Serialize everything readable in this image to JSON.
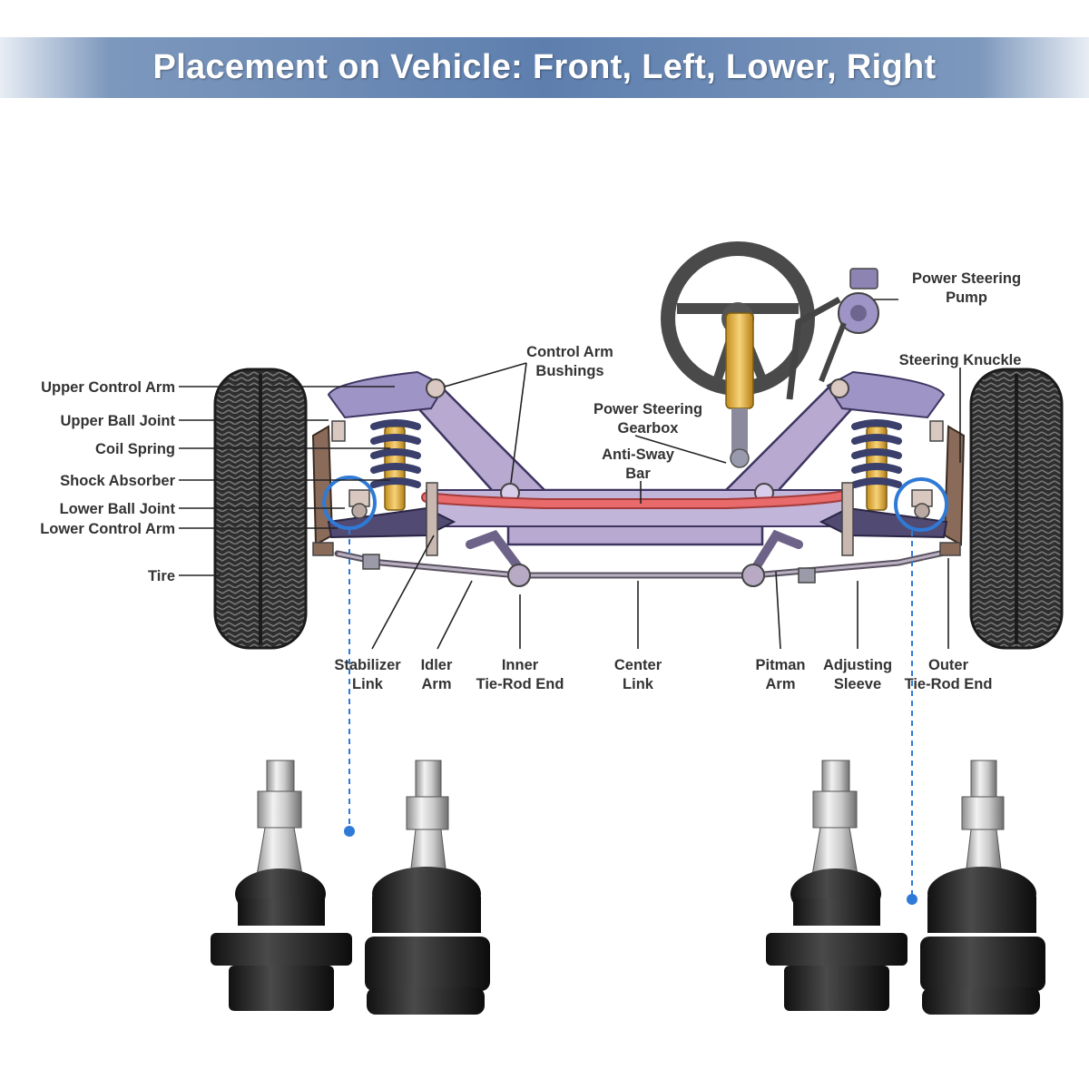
{
  "header": {
    "title": "Placement on Vehicle: Front, Left, Lower, Right",
    "background": "#5e7fae"
  },
  "colors": {
    "frame": "#b7a9cf",
    "spring": "#3a3f6b",
    "shock": "#e5b540",
    "sway_bar": "#e86a6a",
    "tire": "#2b2b2b",
    "callout": "#2f7ad6",
    "leader": "#222222"
  },
  "labels": {
    "upper_control_arm": "Upper Control Arm",
    "upper_ball_joint": "Upper Ball Joint",
    "coil_spring": "Coil Spring",
    "shock_absorber": "Shock Absorber",
    "lower_ball_joint": "Lower Ball Joint",
    "lower_control_arm": "Lower Control Arm",
    "tire": "Tire",
    "control_arm_bushings": [
      "Control Arm",
      "Bushings"
    ],
    "power_steering_pump": [
      "Power Steering",
      "Pump"
    ],
    "steering_knuckle": "Steering Knuckle",
    "power_steering_gearbox": [
      "Power Steering",
      "Gearbox"
    ],
    "anti_sway_bar": [
      "Anti-Sway",
      "Bar"
    ],
    "stabilizer_link": [
      "Stabilizer",
      "Link"
    ],
    "idler_arm": [
      "Idler",
      "Arm"
    ],
    "inner_tie_rod_end": [
      "Inner",
      "Tie-Rod End"
    ],
    "center_link": [
      "Center",
      "Link"
    ],
    "pitman_arm": [
      "Pitman",
      "Arm"
    ],
    "adjusting_sleeve": [
      "Adjusting",
      "Sleeve"
    ],
    "outer_tie_rod_end": [
      "Outer",
      "Tie-Rod End"
    ]
  },
  "products": {
    "count": 4,
    "part": "ball-joint"
  }
}
